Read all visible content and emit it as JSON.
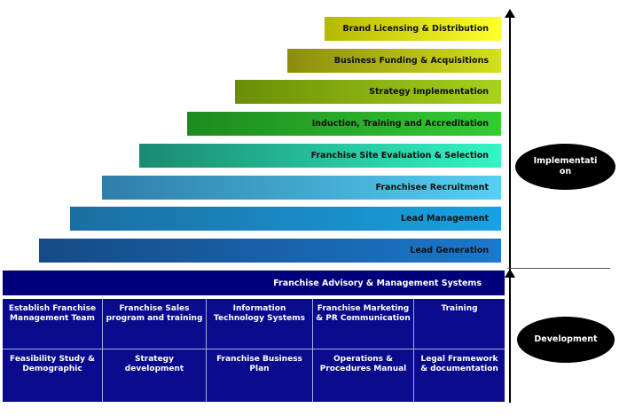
{
  "implementation_steps": [
    {
      "label": "Brand Licensing & Distribution"
    },
    {
      "label": "Business Funding & Acquisitions"
    },
    {
      "label": "Strategy Implementation"
    },
    {
      "label": "Induction, Training and Accreditation"
    },
    {
      "label": "Franchise Site Evaluation & Selection"
    },
    {
      "label": "Franchisee Recruitment"
    },
    {
      "label": "Lead Management"
    },
    {
      "label": "Lead Generation"
    }
  ],
  "advisory": {
    "label": "Franchise Advisory & Management Systems"
  },
  "development_grid": {
    "rows": [
      [
        "Establish Franchise Management Team",
        "Franchise Sales program and training",
        "Information Technology Systems",
        "Franchise Marketing & PR Communication",
        "Training"
      ],
      [
        "Feasibility Study & Demographic",
        "Strategy development",
        "Franchise Business Plan",
        "Operations & Procedures Manual",
        "Legal Framework & documentation"
      ]
    ]
  },
  "phases": {
    "implementation": "Implementation",
    "development": "Development"
  },
  "colors": {
    "grid_background": "#0a0a8c",
    "advisory_background": "#00007a",
    "ellipse": "#000000"
  }
}
